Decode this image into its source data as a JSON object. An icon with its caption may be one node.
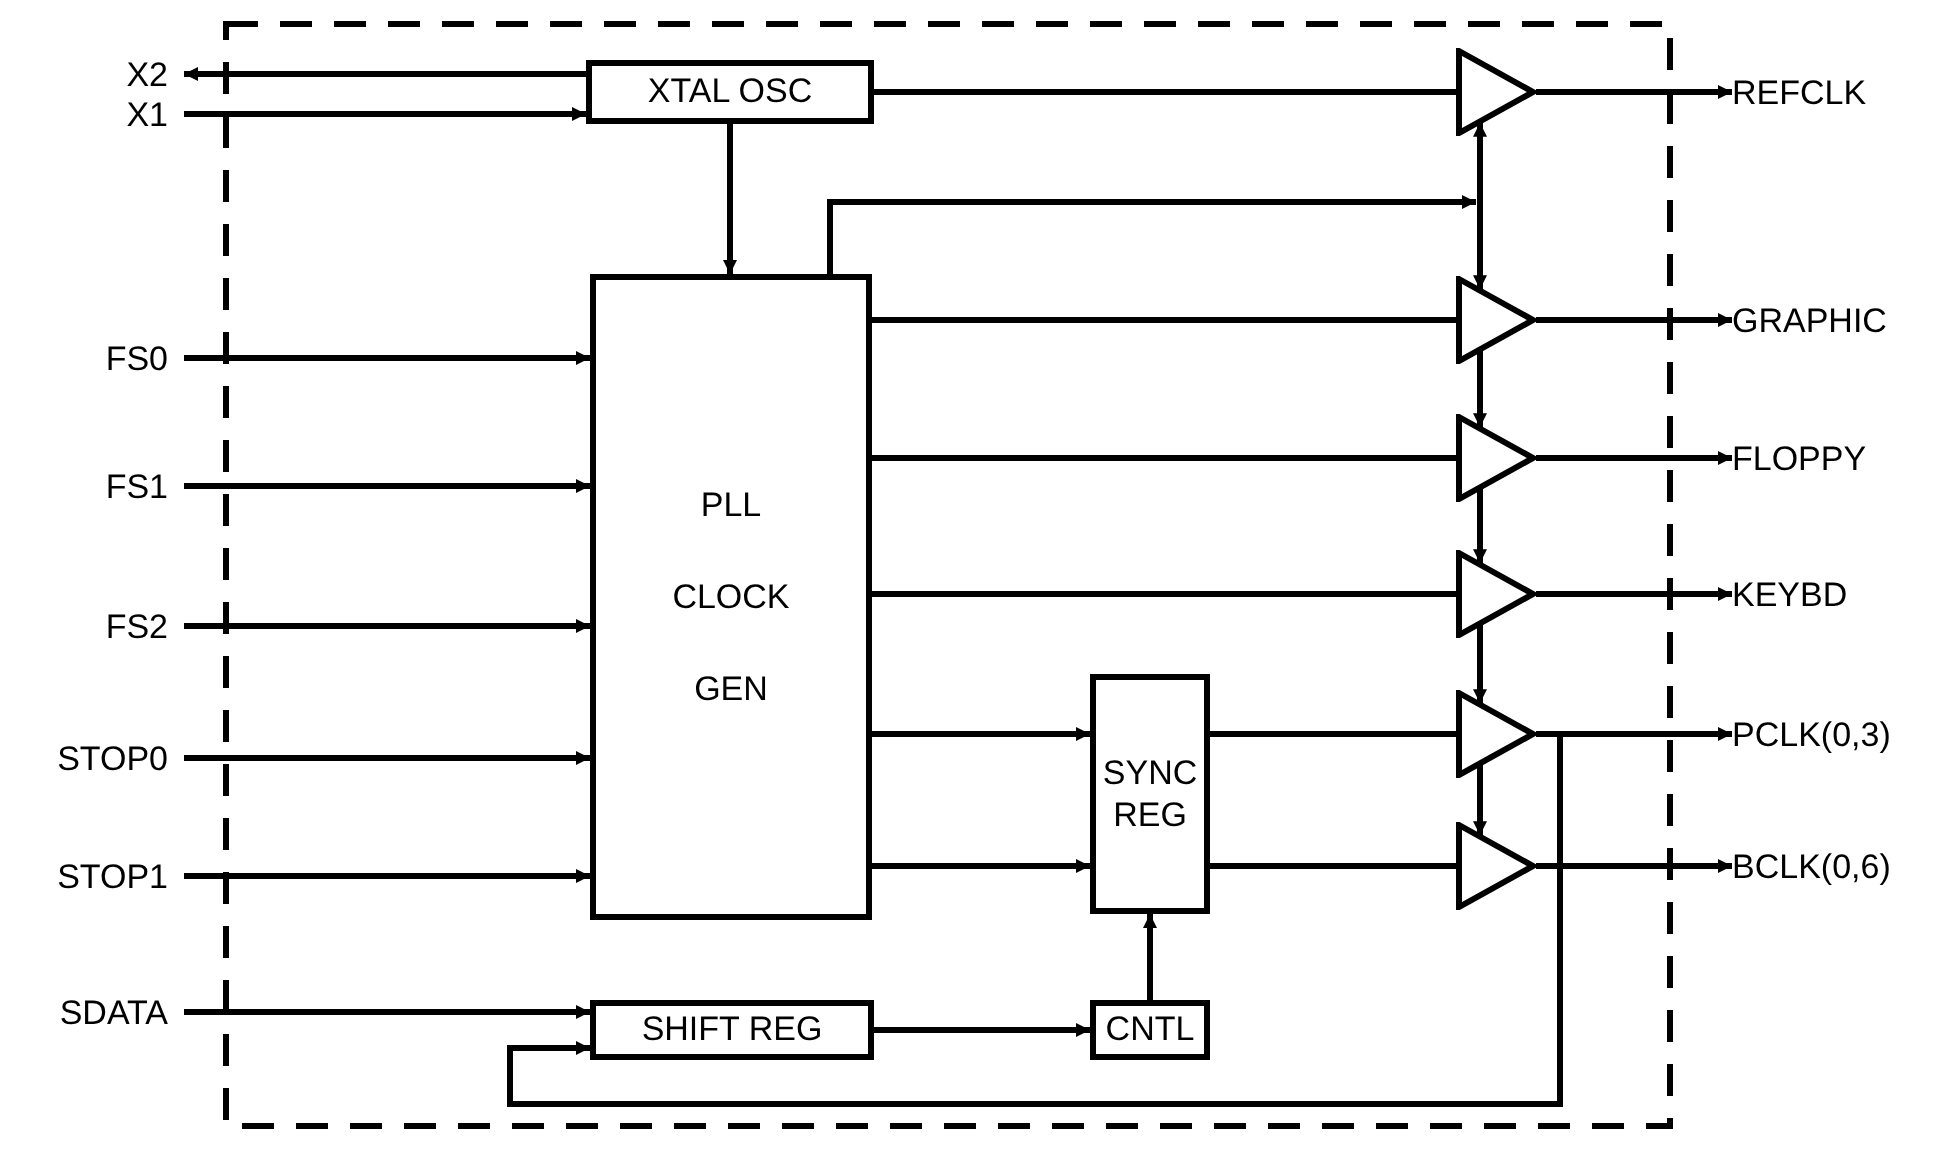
{
  "diagram": {
    "nodes": [
      {
        "text": [
          "X2"
        ]
      },
      {
        "text": [
          "X1"
        ]
      },
      {
        "text": [
          "XTAL OSC"
        ]
      },
      {
        "text": [
          "FS0"
        ]
      },
      {
        "text": [
          "FS1"
        ]
      },
      {
        "text": [
          "FS2"
        ]
      },
      {
        "text": [
          "STOP0"
        ]
      },
      {
        "text": [
          "STOP1"
        ]
      },
      {
        "text": [
          "SDATA"
        ]
      },
      {
        "text": [
          "PLL CLOCK GEN"
        ]
      },
      {
        "text": [
          "SYNC REG"
        ]
      },
      {
        "text": [
          "SHIFT REG"
        ]
      },
      {
        "text": [
          "CNTL"
        ]
      },
      {
        "text": [],
        "shape": "triangle"
      },
      {
        "text": [],
        "shape": "triangle"
      },
      {
        "text": [],
        "shape": "triangle"
      },
      {
        "text": [],
        "shape": "triangle"
      },
      {
        "text": [],
        "shape": "triangle"
      },
      {
        "text": [],
        "shape": "triangle"
      },
      {
        "text": [
          "REFCLK"
        ]
      },
      {
        "text": [
          "GRAPHIC"
        ]
      },
      {
        "text": [
          "FLOPPY"
        ]
      },
      {
        "text": [
          "KEYBD"
        ]
      },
      {
        "text": [
          "PCLK(0,3)"
        ]
      },
      {
        "text": [
          "BCLK(0,6)"
        ]
      }
    ],
    "edges": [
      {
        "from": 2,
        "to": 0,
        "arrow": "to"
      },
      {
        "from": 1,
        "to": 2,
        "arrow": "to"
      },
      {
        "from": 2,
        "to": 9,
        "arrow": "to"
      },
      {
        "from": 2,
        "to": 13,
        "arrow": "none"
      },
      {
        "from": 3,
        "to": 9,
        "arrow": "to"
      },
      {
        "from": 4,
        "to": 9,
        "arrow": "to"
      },
      {
        "from": 5,
        "to": 9,
        "arrow": "to"
      },
      {
        "from": 6,
        "to": 9,
        "arrow": "to"
      },
      {
        "from": 7,
        "to": 9,
        "arrow": "to"
      },
      {
        "from": 8,
        "to": 11,
        "arrow": "to"
      },
      {
        "from": 9,
        "to": null,
        "arrow": "to"
      },
      {
        "from": 13,
        "to": 14,
        "arrow": "both"
      },
      {
        "from": 14,
        "to": 15,
        "arrow": "to"
      },
      {
        "from": 15,
        "to": 16,
        "arrow": "to"
      },
      {
        "from": 16,
        "to": 17,
        "arrow": "to"
      },
      {
        "from": 17,
        "to": 18,
        "arrow": "to"
      },
      {
        "from": 9,
        "to": 14,
        "arrow": "none"
      },
      {
        "from": 9,
        "to": 15,
        "arrow": "none"
      },
      {
        "from": 9,
        "to": 16,
        "arrow": "none"
      },
      {
        "from": 9,
        "to": 10,
        "arrow": "to"
      },
      {
        "from": 9,
        "to": 10,
        "arrow": "to"
      },
      {
        "from": 10,
        "to": 17,
        "arrow": "none"
      },
      {
        "from": 10,
        "to": 18,
        "arrow": "none"
      },
      {
        "from": 13,
        "to": 19,
        "arrow": "to"
      },
      {
        "from": 14,
        "to": 20,
        "arrow": "to"
      },
      {
        "from": 15,
        "to": 21,
        "arrow": "to"
      },
      {
        "from": 16,
        "to": 22,
        "arrow": "to"
      },
      {
        "from": 17,
        "to": 23,
        "arrow": "to"
      },
      {
        "from": 18,
        "to": 24,
        "arrow": "to"
      },
      {
        "from": 12,
        "to": 10,
        "arrow": "to"
      },
      {
        "from": 11,
        "to": 12,
        "arrow": "to"
      },
      {
        "from": 17,
        "to": 11,
        "arrow": "to"
      }
    ]
  }
}
